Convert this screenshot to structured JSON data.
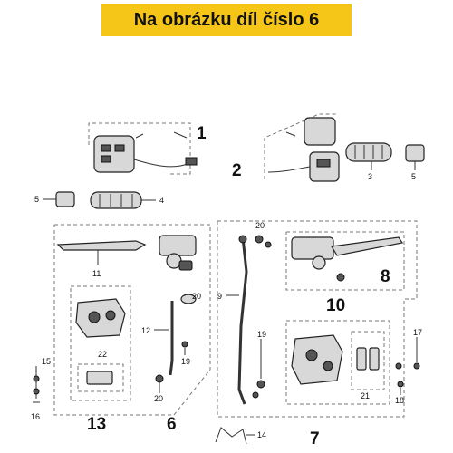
{
  "banner": {
    "text": "Na obrázku díl číslo 6"
  },
  "callouts": {
    "c1": "1",
    "c2": "2",
    "c3": "3",
    "c4": "4",
    "c5a": "5",
    "c5b": "5",
    "c6": "6",
    "c7": "7",
    "c8": "8",
    "c9": "9",
    "c10": "10",
    "c11": "11",
    "c12": "12",
    "c13": "13",
    "c14": "14",
    "c15": "15",
    "c16": "16",
    "c17": "17",
    "c18": "18",
    "c19a": "19",
    "c19b": "19",
    "c20a": "20",
    "c20b": "20",
    "c20c": "20",
    "c21": "21",
    "c22": "22"
  },
  "colors": {
    "banner": "#f5c518"
  }
}
